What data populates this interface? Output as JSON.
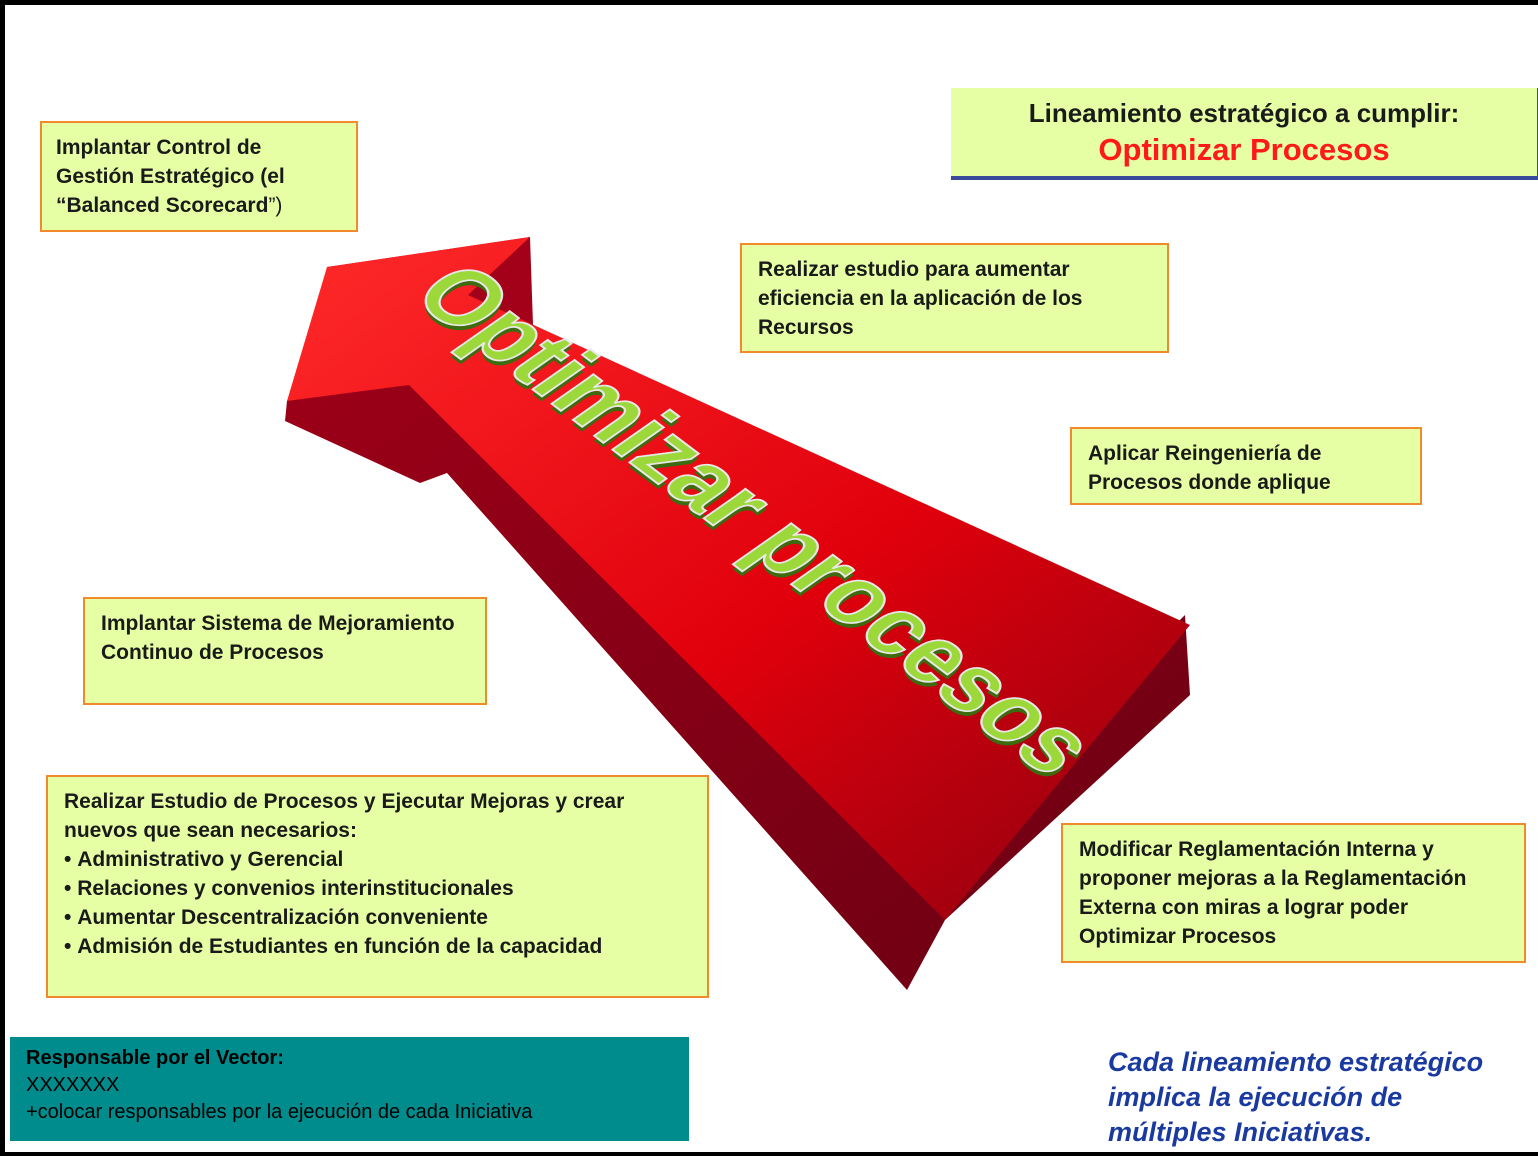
{
  "headline": {
    "line1": "Lineamiento estratégico a cumplir:",
    "line2": "Optimizar Procesos"
  },
  "arrow": {
    "label": "Optimizar procesos",
    "colors": {
      "top": "#ff1f1f",
      "dark": "#c00010",
      "side": "#7a0015",
      "text": "#8ccc2a"
    }
  },
  "initiatives": {
    "balanced_scorecard": {
      "prefix": "Implantar Control de Gestión Estratégico (el “Balanced Scorecard",
      "suffix": "”)"
    },
    "estudio_recursos": "Realizar estudio para aumentar eficiencia en la aplicación de los Recursos",
    "reingenieria": "Aplicar Reingeniería de Procesos donde aplique",
    "mejoramiento": "Implantar Sistema de Mejoramiento Continuo de Procesos",
    "estudio_procesos": {
      "intro": "Realizar Estudio de Procesos y Ejecutar Mejoras y crear nuevos que sean necesarios:",
      "items": [
        "Administrativo y Gerencial",
        "Relaciones y convenios interinstitucionales",
        "Aumentar Descentralización conveniente",
        "Admisión de Estudiantes en función de la capacidad"
      ]
    },
    "reglamentacion": "Modificar Reglamentación Interna y proponer mejoras a la Reglamentación Externa con miras a lograr poder Optimizar Procesos"
  },
  "responsable": {
    "title": "Responsable por el Vector:",
    "name": "XXXXXXX",
    "note": "+colocar responsables por la ejecución de cada Iniciativa"
  },
  "footer_note": {
    "line1": "Cada lineamiento estratégico",
    "line2": "implica la ejecución de",
    "line3": "múltiples Iniciativas."
  }
}
